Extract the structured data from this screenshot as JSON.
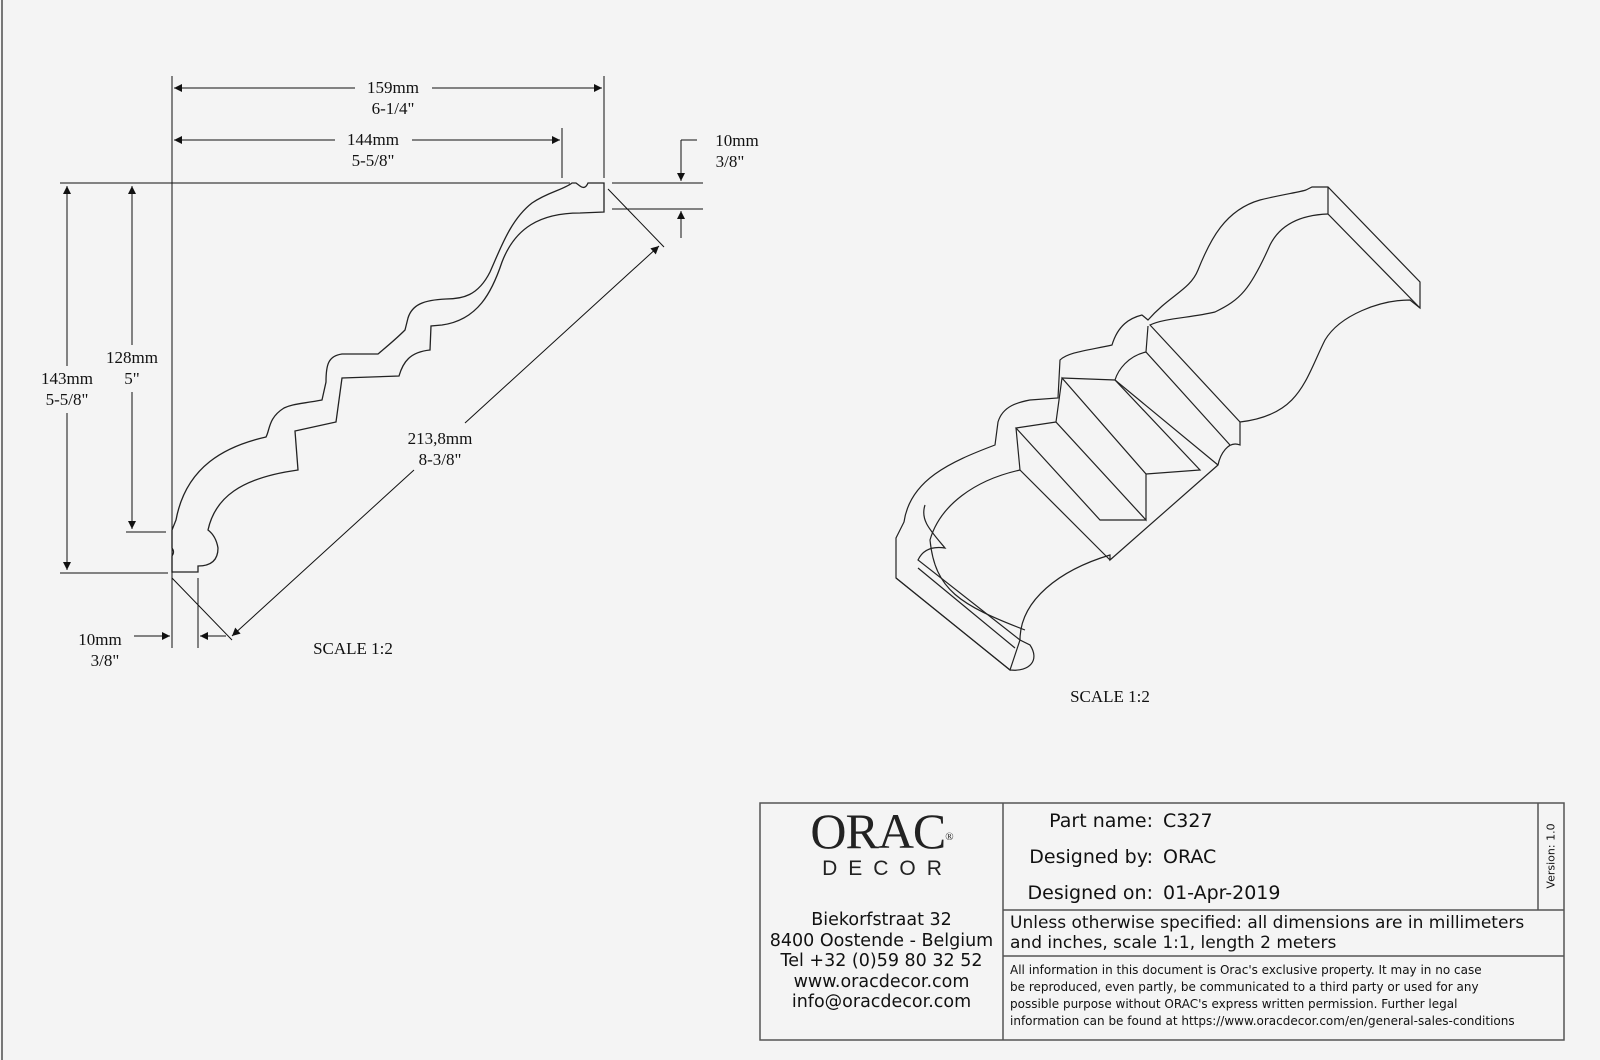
{
  "section_view": {
    "dimensions": [
      {
        "mm": "159mm",
        "inch": "6-1/4\""
      },
      {
        "mm": "144mm",
        "inch": "5-5/8\""
      },
      {
        "mm": "10mm",
        "inch": "3/8\""
      },
      {
        "mm": "143mm",
        "inch": "5-5/8\""
      },
      {
        "mm": "128mm",
        "inch": "5\""
      },
      {
        "mm": "213,8mm",
        "inch": "8-3/8\""
      },
      {
        "mm": "10mm",
        "inch": "3/8\""
      }
    ],
    "scale": "SCALE  1:2"
  },
  "iso_view": {
    "scale": "SCALE  1:2"
  },
  "title_block": {
    "logo_main": "ORAC",
    "logo_sub": "DECOR",
    "logo_reg": "®",
    "address": [
      "Biekorfstraat 32",
      "8400 Oostende - Belgium",
      "Tel  +32 (0)59 80 32 52",
      "www.oracdecor.com",
      "info@oracdecor.com"
    ],
    "part_name_label": "Part name:",
    "part_name": "C327",
    "designed_by_label": "Designed by:",
    "designed_by": "ORAC",
    "designed_on_label": "Designed on:",
    "designed_on": "01-Apr-2019",
    "version": "Version: 1.0",
    "units_note": [
      "Unless otherwise specified: all dimensions are in millimeters",
      "and inches, scale 1:1, length 2 meters"
    ],
    "legal": [
      "All information in this document is Orac's exclusive property.  It may in no case",
      "be reproduced, even partly, be communicated to a third party or used for any",
      "possible purpose without ORAC's express written permission. Further legal",
      "information can be found at https://www.oracdecor.com/en/general-sales-conditions"
    ]
  }
}
